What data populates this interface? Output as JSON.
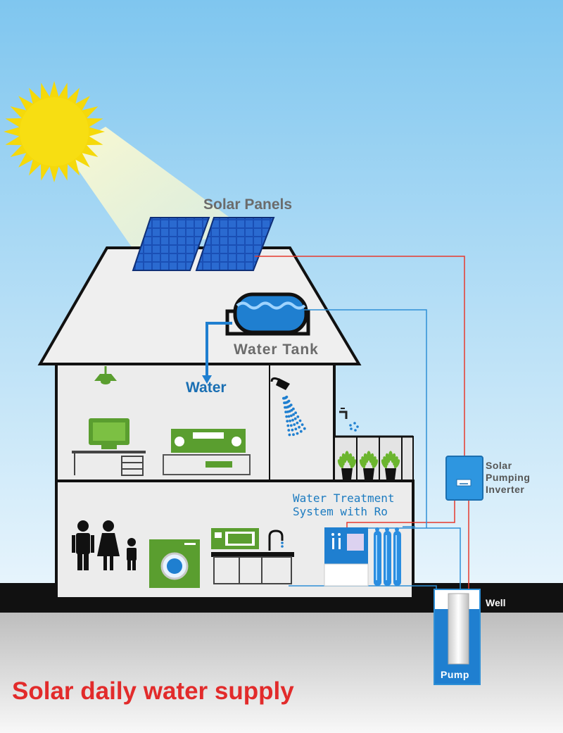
{
  "labels": {
    "solar_panels": "Solar Panels",
    "water_tank": "Water Tank",
    "water": "Water",
    "water_treatment": "Water Treatment\nSystem with Ro",
    "inverter": "Solar\nPumping\nInverter",
    "well": "Well",
    "pump": "Pump",
    "caption": "Solar daily water supply"
  },
  "colors": {
    "sky_top": "#7fc6ef",
    "sky_bottom": "#e6f4fc",
    "sun": "#f5d90a",
    "panel": "#1a4fb5",
    "house_fill": "#ececec",
    "outline": "#111111",
    "appliance_green": "#5a9e2f",
    "water_blue": "#1f7fd0",
    "pipe_blue": "#2e8fd6",
    "wire_red": "#e63a2e",
    "ground": "#111111",
    "caption_red": "#e22b2b"
  },
  "icons": [
    "sun-icon",
    "solar-panel-icon",
    "water-tank-icon",
    "lamp-icon",
    "shower-icon",
    "tap-icon",
    "plant-icon",
    "monitor-icon",
    "desk-icon",
    "stereo-icon",
    "family-icon",
    "washing-machine-icon",
    "microwave-icon",
    "sink-icon",
    "ro-filter-icon",
    "inverter-icon",
    "pump-icon"
  ]
}
